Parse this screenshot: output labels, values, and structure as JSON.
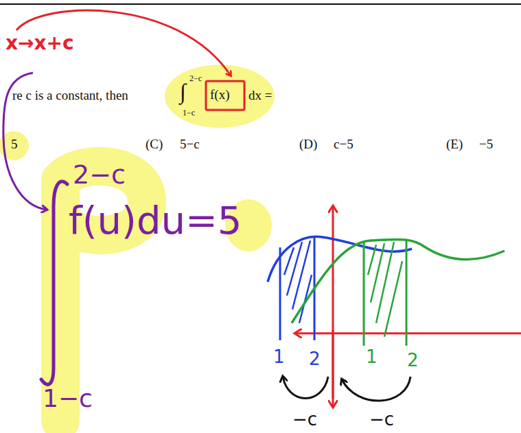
{
  "diagram": {
    "labels": [
      "x→x+c",
      "re c is a constant, then",
      "∫",
      "2−c",
      "1−c",
      "f(x)",
      "dx =",
      "5",
      "(C)",
      "5−c",
      "(D)",
      "c−5",
      "(E)",
      "−5",
      "2−c",
      "1−c",
      "f(u)du=5",
      "1",
      "2",
      "1",
      "2",
      "−c",
      "−c"
    ]
  }
}
